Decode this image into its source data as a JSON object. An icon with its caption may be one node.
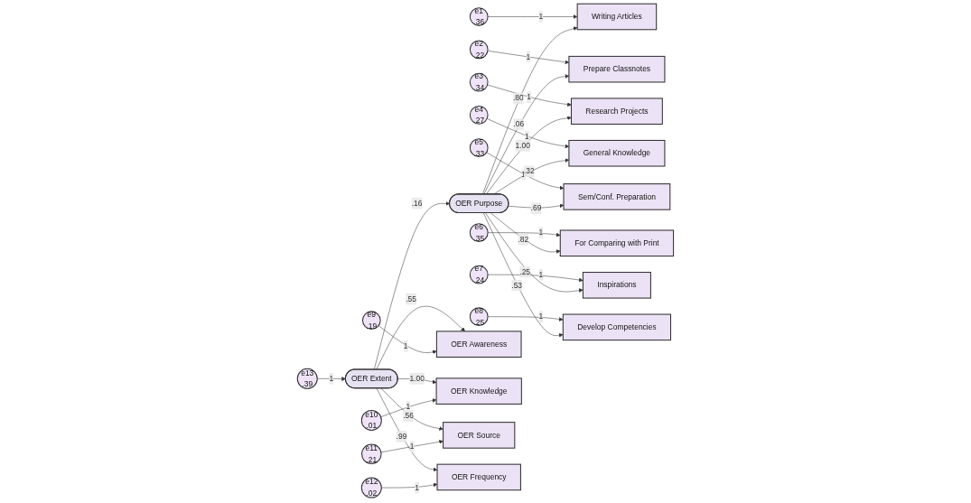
{
  "diagram": {
    "nodes": [
      {
        "text": [
          "e1",
          ".36"
        ]
      },
      {
        "text": [
          "e2",
          ".22"
        ]
      },
      {
        "text": [
          "e3",
          ".34"
        ]
      },
      {
        "text": [
          "e4",
          ".27"
        ]
      },
      {
        "text": [
          "e5",
          ".33"
        ]
      },
      {
        "text": [
          "e6",
          ".35"
        ]
      },
      {
        "text": [
          "e7",
          ".24"
        ]
      },
      {
        "text": [
          "e8",
          ".25"
        ]
      },
      {
        "text": [
          "Writing Articles"
        ]
      },
      {
        "text": [
          "Prepare Classnotes"
        ]
      },
      {
        "text": [
          "Research Projects"
        ]
      },
      {
        "text": [
          "General Knowledge"
        ]
      },
      {
        "text": [
          "Sem/Conf. Preparation"
        ]
      },
      {
        "text": [
          "For Comparing with Print"
        ]
      },
      {
        "text": [
          "Inspirations"
        ]
      },
      {
        "text": [
          "Develop Competencies"
        ]
      },
      {
        "text": [
          "OER Purpose"
        ]
      },
      {
        "text": [
          "e13",
          ".39"
        ]
      },
      {
        "text": [
          "OER Extent"
        ]
      },
      {
        "text": [
          "OER Awareness"
        ]
      },
      {
        "text": [
          "OER Knowledge"
        ]
      },
      {
        "text": [
          "OER Source"
        ]
      },
      {
        "text": [
          "OER Frequency"
        ]
      },
      {
        "text": [
          "e9",
          ".19"
        ]
      },
      {
        "text": [
          "e10",
          ".01"
        ]
      },
      {
        "text": [
          "e11",
          ".21"
        ]
      },
      {
        "text": [
          "e12",
          ".02"
        ]
      }
    ],
    "edges": [
      {
        "from": 0,
        "to": 8,
        "arrow": "to",
        "label": "1"
      },
      {
        "from": 1,
        "to": 9,
        "arrow": "to",
        "label": "1"
      },
      {
        "from": 2,
        "to": 10,
        "arrow": "to",
        "label": "1"
      },
      {
        "from": 3,
        "to": 11,
        "arrow": "to",
        "label": "1"
      },
      {
        "from": 4,
        "to": 12,
        "arrow": "to",
        "label": "1"
      },
      {
        "from": 5,
        "to": 13,
        "arrow": "to",
        "label": "1"
      },
      {
        "from": 6,
        "to": 14,
        "arrow": "to",
        "label": "1"
      },
      {
        "from": 7,
        "to": 15,
        "arrow": "to",
        "label": "1"
      },
      {
        "from": 16,
        "to": 8,
        "arrow": "to",
        "label": ".80"
      },
      {
        "from": 16,
        "to": 9,
        "arrow": "to",
        "label": ".06"
      },
      {
        "from": 16,
        "to": 10,
        "arrow": "to",
        "label": "1.00"
      },
      {
        "from": 16,
        "to": 11,
        "arrow": "to",
        "label": ".32"
      },
      {
        "from": 16,
        "to": 12,
        "arrow": "to",
        "label": ".69"
      },
      {
        "from": 16,
        "to": 13,
        "arrow": "to",
        "label": ".82"
      },
      {
        "from": 16,
        "to": 14,
        "arrow": "to",
        "label": ".25"
      },
      {
        "from": 16,
        "to": 15,
        "arrow": "to",
        "label": ".53"
      },
      {
        "from": 17,
        "to": 18,
        "arrow": "to",
        "label": "1"
      },
      {
        "from": 18,
        "to": 16,
        "arrow": "to",
        "label": ".16"
      },
      {
        "from": 18,
        "to": 19,
        "arrow": "to",
        "label": ".55"
      },
      {
        "from": 18,
        "to": 20,
        "arrow": "to",
        "label": "1.00"
      },
      {
        "from": 18,
        "to": 21,
        "arrow": "to",
        "label": ".56"
      },
      {
        "from": 18,
        "to": 22,
        "arrow": "to",
        "label": ".99"
      },
      {
        "from": 23,
        "to": 19,
        "arrow": "to",
        "label": "1"
      },
      {
        "from": 24,
        "to": 20,
        "arrow": "to",
        "label": "1"
      },
      {
        "from": 25,
        "to": 21,
        "arrow": "to",
        "label": "1"
      },
      {
        "from": 26,
        "to": 22,
        "arrow": "to",
        "label": "1"
      }
    ]
  }
}
